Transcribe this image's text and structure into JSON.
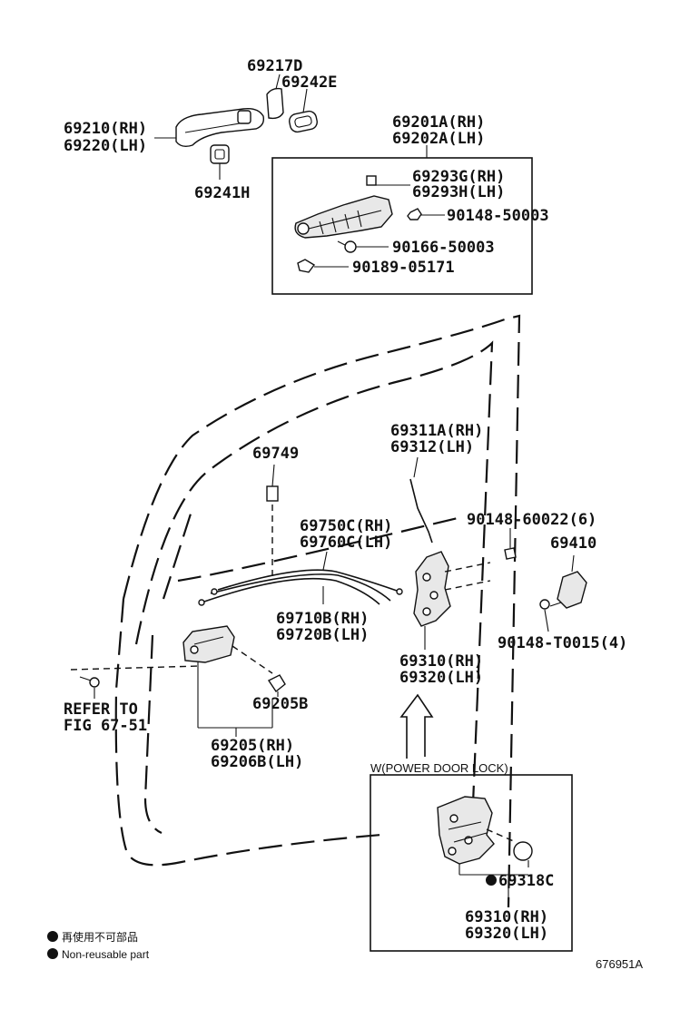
{
  "labels": {
    "p69217D": "69217D",
    "p69242E": "69242E",
    "p69210": "69210(RH)",
    "p69220": "69220(LH)",
    "p69241H": "69241H",
    "p69201A": "69201A(RH)",
    "p69202A": "69202A(LH)",
    "p69293G": "69293G(RH)",
    "p69293H": "69293H(LH)",
    "p90148_50003": "90148-50003",
    "p90166_50003": "90166-50003",
    "p90189_05171": "90189-05171",
    "p69311A": "69311A(RH)",
    "p69312": "69312(LH)",
    "p69749": "69749",
    "p69750C": "69750C(RH)",
    "p69760C": "69760C(LH)",
    "p90148_60022": "90148-60022(6)",
    "p69410": "69410",
    "p69710B": "69710B(RH)",
    "p69720B": "69720B(LH)",
    "p90148_T0015": "90148-T0015(4)",
    "p69310a": "69310(RH)",
    "p69320a": "69320(LH)",
    "refer1": "REFER TO",
    "refer2": "FIG 67-51",
    "p69205B": "69205B",
    "p69205": "69205(RH)",
    "p69206B": "69206B(LH)",
    "power_lock": "W(POWER DOOR LOCK)",
    "p69318C": "69318C",
    "p69310b": "69310(RH)",
    "p69320b": "69320(LH)",
    "legend_jp": "再使用不可部品",
    "legend_en": "Non-reusable part",
    "fig_code": "676951A"
  }
}
